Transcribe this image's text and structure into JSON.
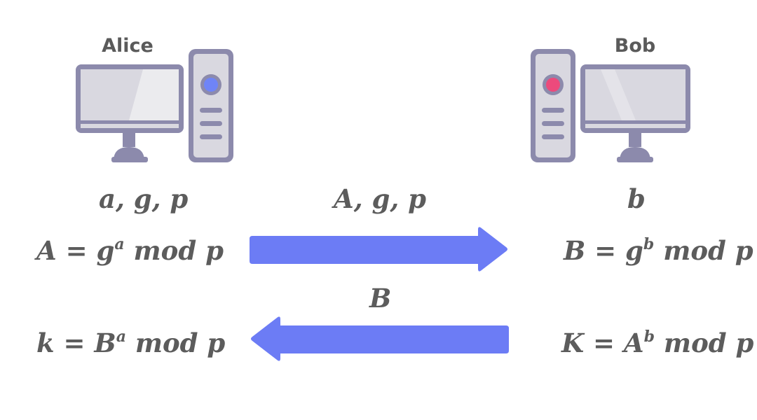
{
  "alice": {
    "name": "Alice",
    "known": "a, g, p",
    "compute": {
      "lhs": "A = g",
      "exp": "a",
      "rhs": " mod p"
    },
    "result": {
      "lhs": "k = B",
      "exp": "a",
      "rhs": " mod p"
    },
    "led_color": "#6f84f7"
  },
  "bob": {
    "name": "Bob",
    "known": "b",
    "compute": {
      "lhs": "B = g",
      "exp": "b",
      "rhs": " mod p"
    },
    "result": {
      "lhs": "K = A",
      "exp": "b",
      "rhs": " mod p"
    },
    "led_color": "#ec4a7c"
  },
  "exchange": {
    "to_bob_label": "A, g, p",
    "to_alice_label": "B"
  },
  "colors": {
    "arrow": "#6c7cf5",
    "computer_frame": "#8c8aac",
    "screen": "#d9d8e0",
    "screen_glare": "#ebebee"
  },
  "icons": {
    "alice_computer": "desktop-computer-icon",
    "bob_computer": "desktop-computer-icon",
    "arrow_right": "arrow-right-icon",
    "arrow_left": "arrow-left-icon"
  }
}
